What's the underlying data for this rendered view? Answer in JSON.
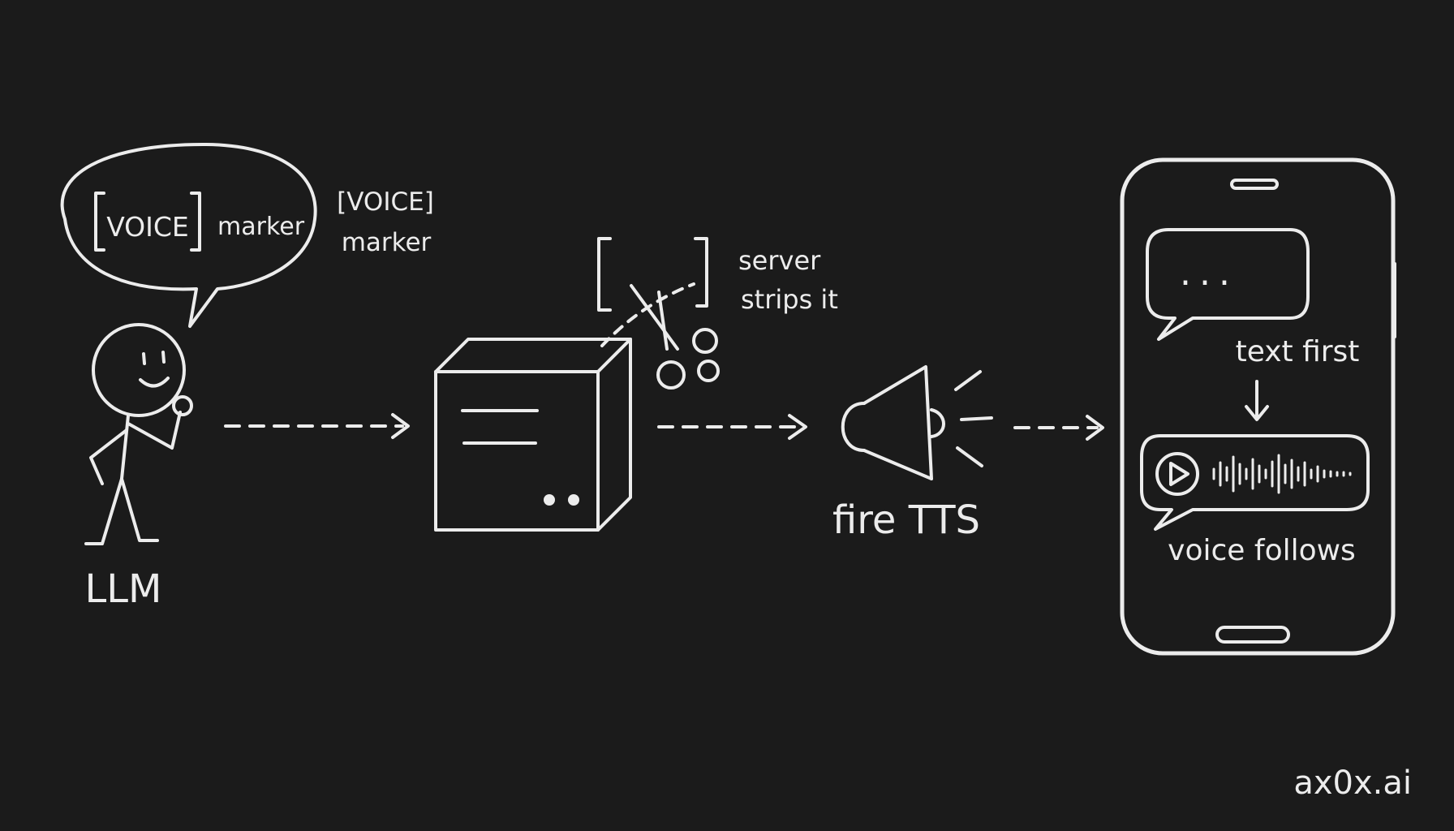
{
  "colors": {
    "background": "#1b1b1b",
    "chalk": "#ececec"
  },
  "llm": {
    "label": "LLM",
    "bubble": {
      "bracket_text": "VOICE",
      "marker_text": "marker"
    }
  },
  "voice_marker_note": {
    "line1": "[VOICE]",
    "line2": "marker"
  },
  "server": {
    "note_line1": "server",
    "note_line2": "strips it",
    "icon": "scissors-icon"
  },
  "tts": {
    "label": "fire TTS",
    "icon": "speaker-icon"
  },
  "phone": {
    "typing_bubble": "...",
    "text_first": "text first",
    "voice_follows": "voice follows",
    "play_icon": "play-icon"
  },
  "watermark": "ax0x.ai"
}
